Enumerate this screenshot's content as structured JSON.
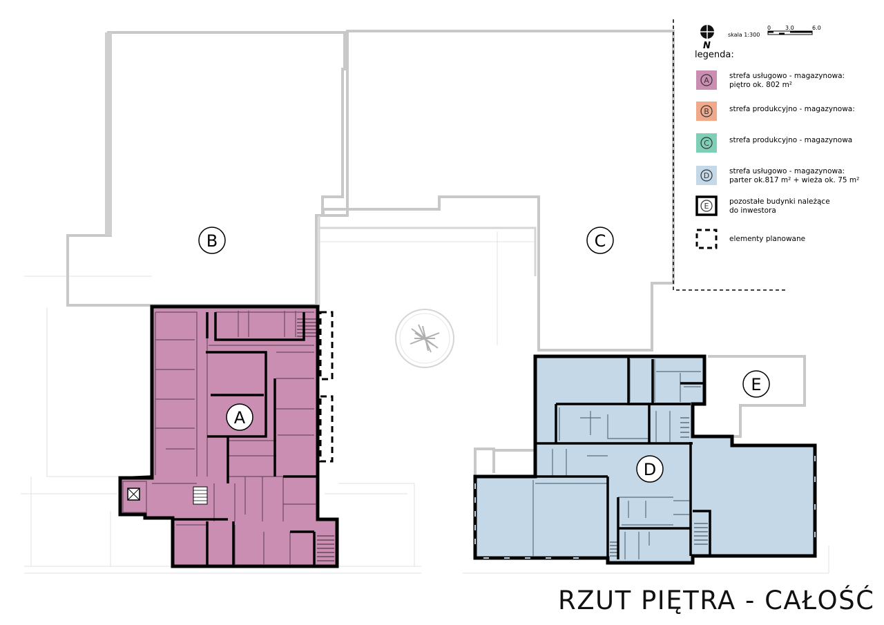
{
  "title": "RZUT PIĘTRA  - CAŁOŚĆ",
  "compass": {
    "label": "N",
    "icon": "north-arrow-icon"
  },
  "scale": {
    "label": "skala 1:300",
    "ticks": [
      "0",
      "3.0",
      "6.0"
    ]
  },
  "legend": {
    "heading": "legenda:",
    "items": [
      {
        "letter": "A",
        "color": "#c98eb2",
        "line1": "strefa usługowo - magazynowa:",
        "line2": "piętro ok. 802 m²"
      },
      {
        "letter": "B",
        "color": "#f0a98a",
        "line1": "strefa produkcyjno - magazynowa:",
        "line2": ""
      },
      {
        "letter": "C",
        "color": "#7fcfb7",
        "line1": "strefa produkcyjno - magazynowa",
        "line2": ""
      },
      {
        "letter": "D",
        "color": "#c4d8e8",
        "line1": "strefa usługowo - magazynowa:",
        "line2": "parter ok.817 m² + wieża ok. 75 m²"
      },
      {
        "letter": "E",
        "color": "#ffffff",
        "line1": "pozostałe budynki należące",
        "line2": "do inwestora"
      },
      {
        "letter": "",
        "color": "#ffffff",
        "line1": "elementy planowane",
        "line2": ""
      }
    ]
  },
  "zones": {
    "A": "A",
    "B": "B",
    "C": "C",
    "D": "D",
    "E": "E"
  },
  "colors": {
    "zone_a_fill": "#c98eb2",
    "zone_d_fill": "#c4d8e8",
    "outline_gray": "#c8c8c8",
    "wall": "#000000"
  }
}
